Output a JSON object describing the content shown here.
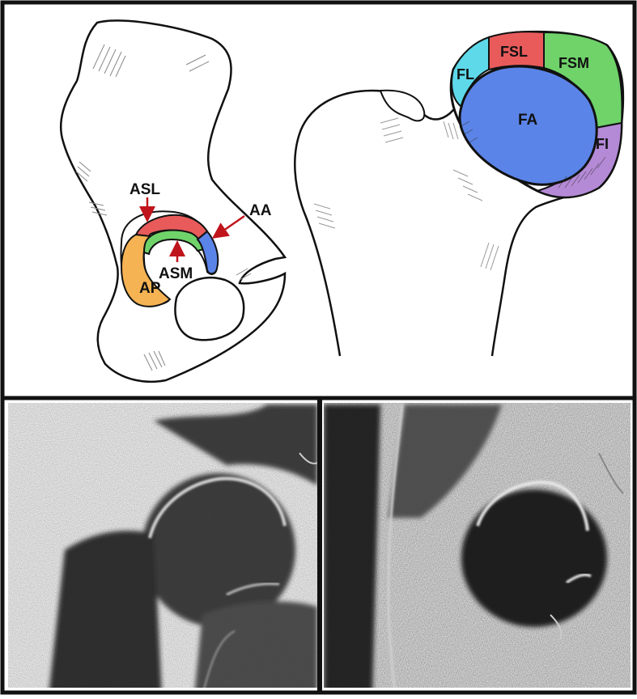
{
  "acetabulum_labels": {
    "asl": "ASL",
    "aa": "AA",
    "asm": "ASM",
    "ap": "AP"
  },
  "femoral_head_labels": {
    "fsl": "FSL",
    "fl": "FL",
    "fsm": "FSM",
    "fa": "FA",
    "fi": "FI"
  },
  "colors": {
    "superior_lateral": "#e95b5b",
    "superior_medial": "#6fd36a",
    "anterior": "#5b84e8",
    "posterior": "#f5b354",
    "lateral": "#5ed9ea",
    "inferior": "#b48ad6",
    "arrow": "#c0141c",
    "border": "#111111"
  },
  "mri_panels": [
    "t1-coronal-hip-mri",
    "fat-suppressed-coronal-hip-mri"
  ]
}
